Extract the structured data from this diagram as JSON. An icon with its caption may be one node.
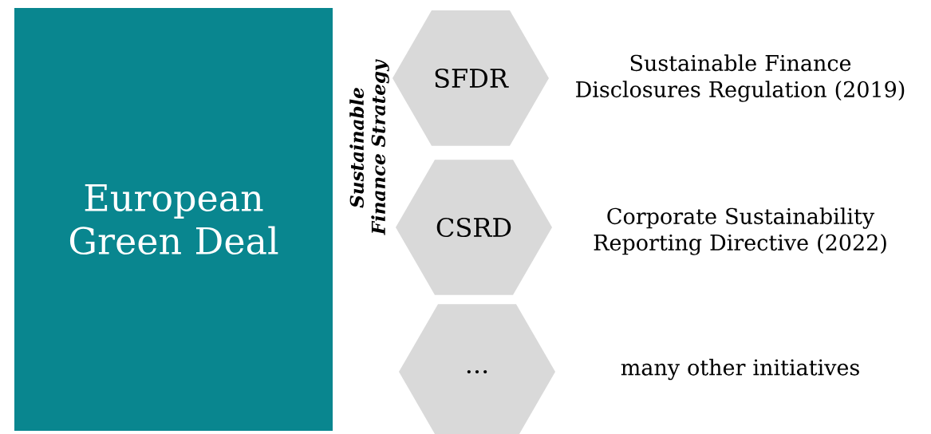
{
  "diagram": {
    "nodes": [
      {
        "text": [
          "European Green Deal"
        ]
      },
      {
        "text": [
          "SFDR"
        ],
        "beside": [
          "Sustainable Finance Disclosures Regulation (2019)"
        ]
      },
      {
        "text": [
          "CSRD"
        ],
        "beside": [
          "Corporate Sustainability Reporting Directive (2022)"
        ]
      },
      {
        "text": [
          "..."
        ],
        "beside": [
          "many other initiatives"
        ]
      }
    ],
    "labels": [
      "Sustainable Finance Strategy"
    ]
  }
}
